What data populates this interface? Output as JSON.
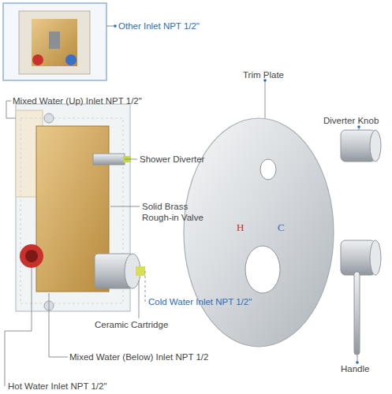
{
  "diagram": {
    "labels": [
      "Other Inlet NPT 1/2\"",
      "Mixed Water (Up) Inlet NPT 1/2\"",
      "Trim Plate",
      "Diverter Knob",
      "Shower Diverter",
      "Solid Brass Rough-in Valve",
      "H",
      "C",
      "Cold Water Inlet NPT 1/2\"",
      "Ceramic Cartridge",
      "Mixed Water (Below) Inlet NPT 1/2",
      "Hot Water Inlet NPT 1/2\"",
      "Handle"
    ]
  }
}
